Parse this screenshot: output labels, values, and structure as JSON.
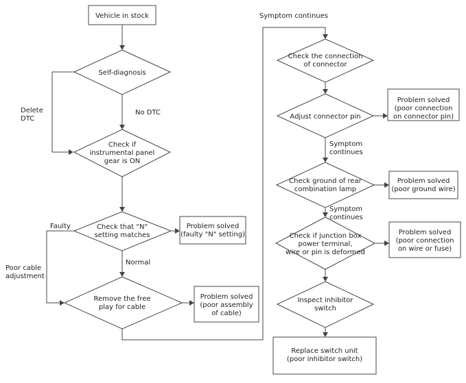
{
  "colors": {
    "stroke": "#444444",
    "text": "#222222",
    "background": "#ffffff"
  },
  "nodes": {
    "vehicle_in_stock": [
      "Vehicle in stock"
    ],
    "self_diagnosis": [
      "Self-diagnosis"
    ],
    "check_gear_on": [
      "Check if",
      "instrumental panel",
      "gear is ON"
    ],
    "check_n_setting": [
      "Check that \"N\"",
      "setting matches"
    ],
    "solved_n_setting": [
      "Problem solved",
      "(faulty \"N\" setting)"
    ],
    "remove_free_play": [
      "Remove the free",
      "play for cable"
    ],
    "solved_cable": [
      "Problem solved",
      "(poor assembly",
      "of cable)"
    ],
    "check_connection": [
      "Check the connection",
      "of connector"
    ],
    "adjust_pin": [
      "Adjust connector pin"
    ],
    "solved_connector_pin": [
      "Problem solved",
      "(poor connection",
      "on connector pin)"
    ],
    "check_ground": [
      "Check ground of rear",
      "combination lamp"
    ],
    "solved_ground": [
      "Problem solved",
      "(poor ground wire)"
    ],
    "check_junction": [
      "Check if junction box",
      "power terminal,",
      "wire or pin is deformed"
    ],
    "solved_wire_fuse": [
      "Problem solved",
      "(poor connection",
      "on wire or fuse)"
    ],
    "inspect_inhibitor": [
      "Inspect inhibitor",
      "switch"
    ],
    "replace_switch": [
      "Replace switch unit",
      "(poor inhibitor switch)"
    ]
  },
  "edge_labels": {
    "delete_dtc": [
      "Delete",
      "DTC"
    ],
    "no_dtc": [
      "No DTC"
    ],
    "faulty": [
      "Faulty"
    ],
    "normal": [
      "Normal"
    ],
    "poor_cable": [
      "Poor cable",
      "adjustment"
    ],
    "symptom_top": [
      "Symptom continues"
    ],
    "symptom_1": [
      "Symptom",
      "continues"
    ],
    "symptom_2": [
      "Symptom",
      "continues"
    ]
  }
}
